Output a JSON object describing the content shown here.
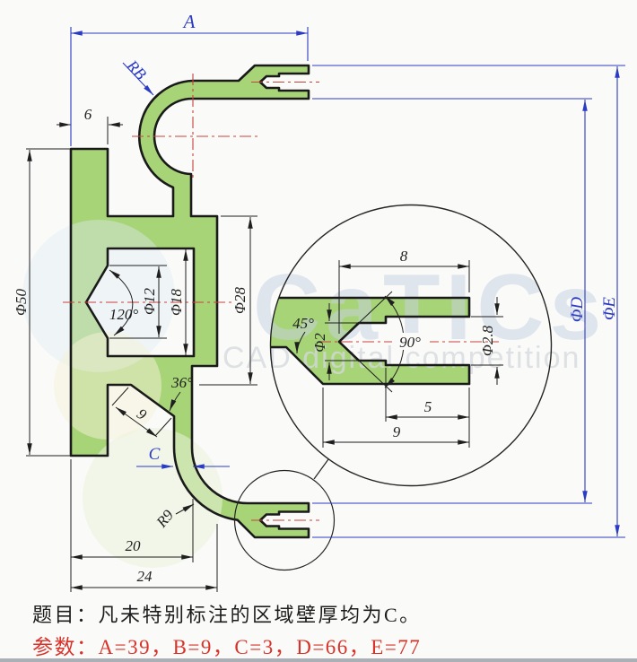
{
  "colors": {
    "part_fill": "#a8d478",
    "outline": "#1a1a1a",
    "dim": "#1f1f1f",
    "blue": "#2c3bc4",
    "red": "#c8423c",
    "note_red": "#d8332a",
    "wm_text": "#c6d2e2",
    "wm_sub": "#d4d9de",
    "wm_c1": "#e9f3da",
    "wm_c2": "#f6f1d8",
    "wm_c3": "#dfeaf4",
    "bg": "#fafaf8"
  },
  "drawing": {
    "main_dims": {
      "A": "A",
      "RB": "RB",
      "six": "6",
      "phi50": "Φ50",
      "phi12": "Φ12",
      "phi18": "Φ18",
      "phi28": "Φ28",
      "angle120": "120°",
      "angle36": "36°",
      "nine_slant": "9",
      "C": "C",
      "R9": "R9",
      "twenty": "20",
      "twentyfour": "24",
      "phiD": "ΦD",
      "phiE": "ΦE"
    },
    "detail_dims": {
      "eight": "8",
      "angle45": "45°",
      "phi2": "Φ2",
      "angle90": "90°",
      "phi2_8": "Φ2.8",
      "five": "5",
      "nine": "9"
    }
  },
  "watermark": {
    "title": "CaTICs",
    "subtitle": "CAD digital competition"
  },
  "notes": {
    "line1": "题目：凡未特别标注的区域壁厚均为C。",
    "line2": "参数：A=39，B=9，C=3，D=66，E=77"
  }
}
